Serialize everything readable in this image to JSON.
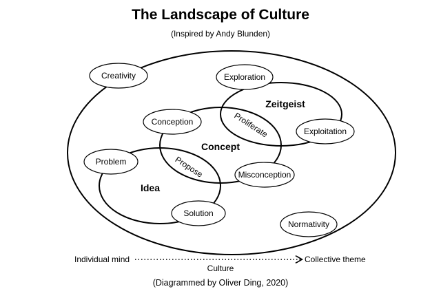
{
  "title": "The Landscape of Culture",
  "subtitle": "(Inspired by Andy Blunden)",
  "footer": "(Diagrammed by Oliver Ding, 2020)",
  "regions": {
    "concept": "Concept",
    "idea": "Idea",
    "zeitgeist": "Zeitgeist"
  },
  "nodes": {
    "creativity": "Creativity",
    "exploration": "Exploration",
    "conception": "Conception",
    "exploitation": "Exploitation",
    "problem": "Problem",
    "misconception": "Misconception",
    "solution": "Solution",
    "normativity": "Normativity"
  },
  "overlaps": {
    "proliferate": "Proliferate",
    "propose": "Propose"
  },
  "axis": {
    "left": "Individual mind",
    "right": "Collective theme",
    "center": "Culture"
  }
}
